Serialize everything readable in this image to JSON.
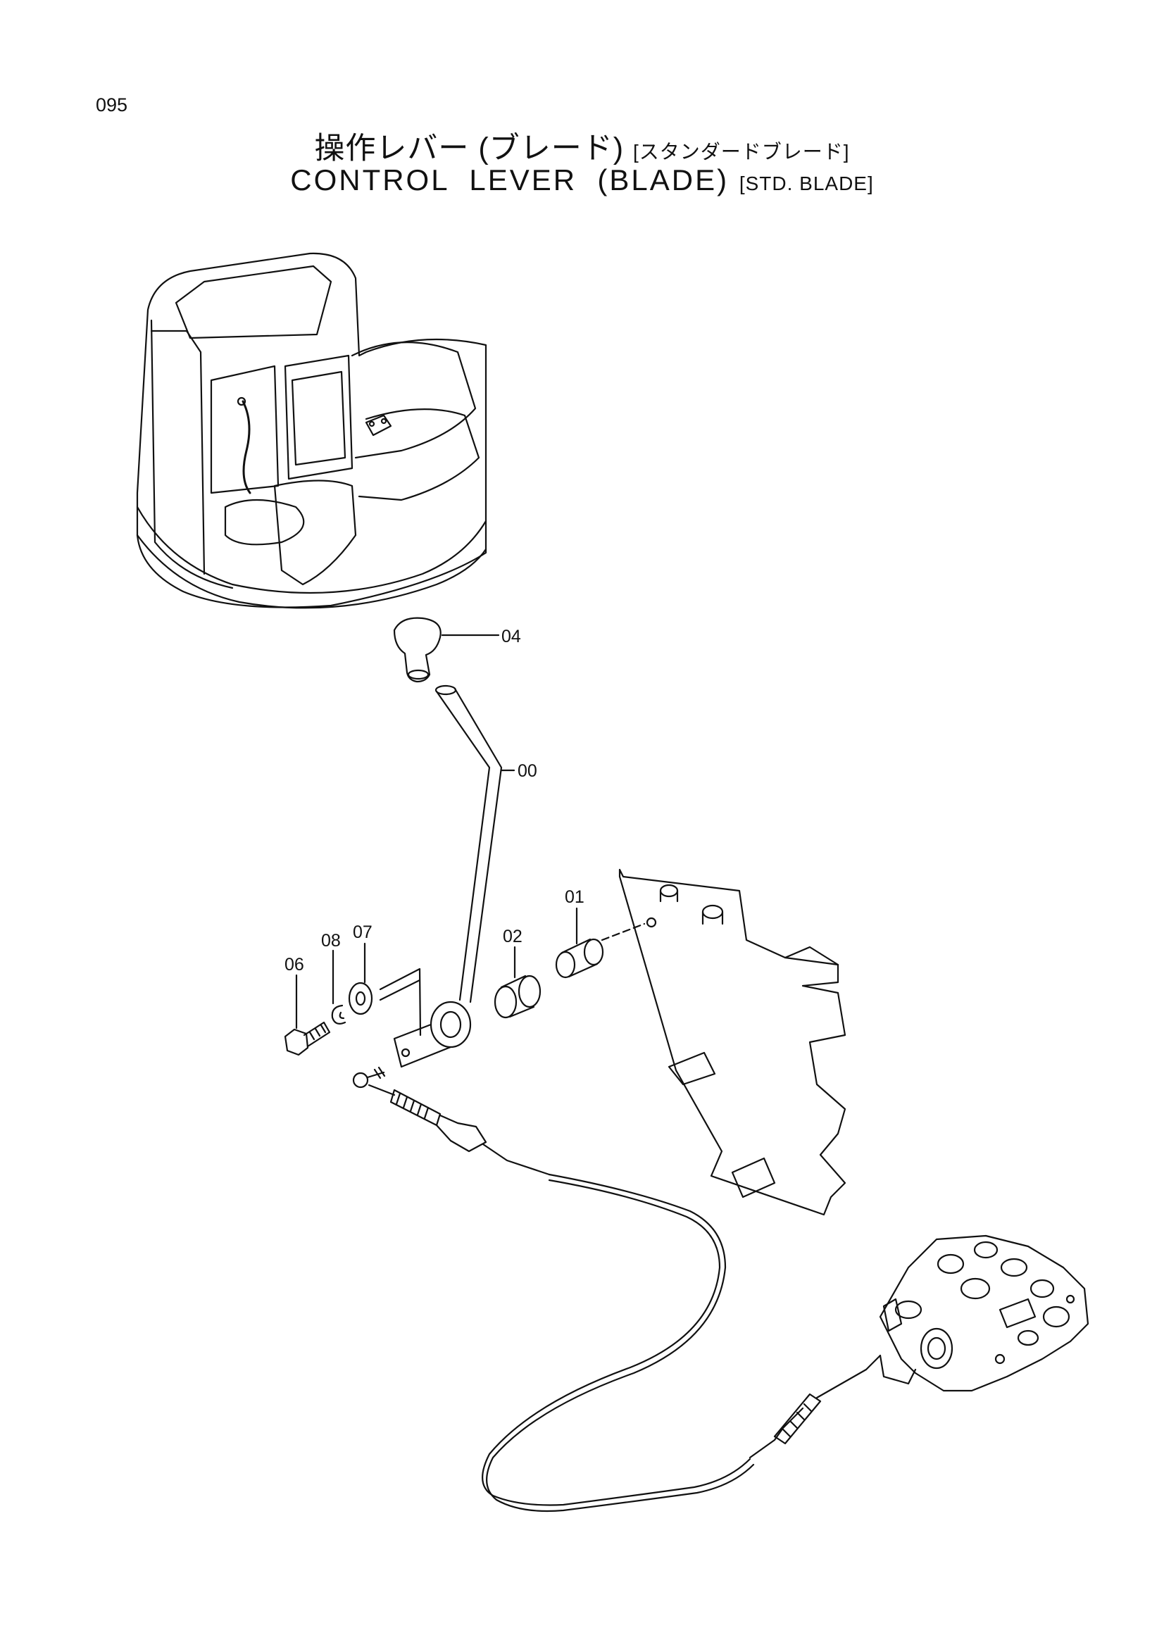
{
  "page_number": "095",
  "title": {
    "jp_main": "操作レバー (ブレード)",
    "jp_sub": "[スタンダードブレード]",
    "en_main": "CONTROL  LEVER  (BLADE)",
    "en_sub": "[STD. BLADE]"
  },
  "part_labels": [
    "04",
    "00",
    "01",
    "02",
    "07",
    "08",
    "06"
  ]
}
